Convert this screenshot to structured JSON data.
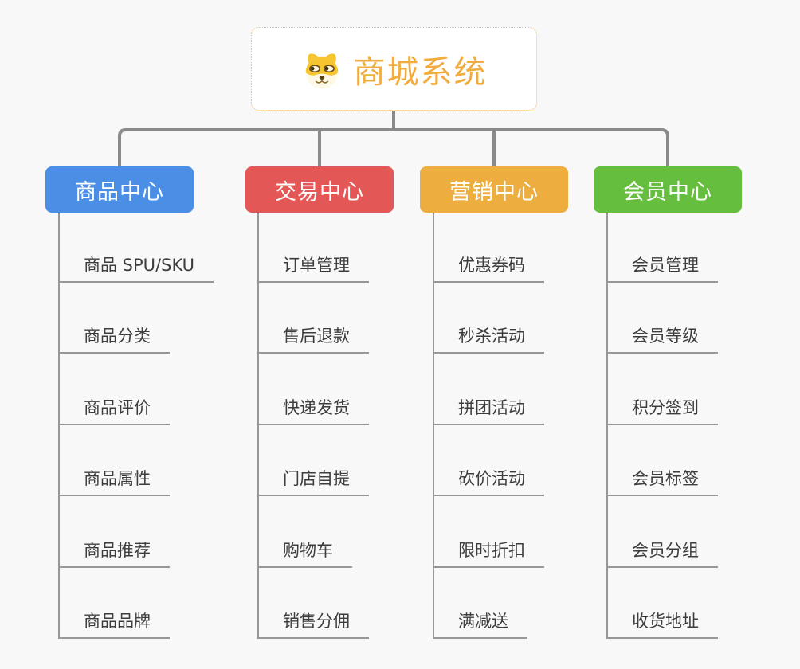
{
  "page": {
    "background_color": "#f8f8f8",
    "connector_color": "#8a8a8a"
  },
  "root": {
    "title": "商城系统",
    "icon": "shiba-dog-icon",
    "title_color": "#f1ac40",
    "border_color": "#f3bc6b"
  },
  "branches": [
    {
      "label": "商品中心",
      "color": "#4a8ee6",
      "children": [
        "商品 SPU/SKU",
        "商品分类",
        "商品评价",
        "商品属性",
        "商品推荐",
        "商品品牌"
      ]
    },
    {
      "label": "交易中心",
      "color": "#e45757",
      "children": [
        "订单管理",
        "售后退款",
        "快递发货",
        "门店自提",
        "购物车",
        "销售分佣"
      ]
    },
    {
      "label": "营销中心",
      "color": "#edae3f",
      "children": [
        "优惠券码",
        "秒杀活动",
        "拼团活动",
        "砍价活动",
        "限时折扣",
        "满减送"
      ]
    },
    {
      "label": "会员中心",
      "color": "#65be3d",
      "children": [
        "会员管理",
        "会员等级",
        "积分签到",
        "会员标签",
        "会员分组",
        "收货地址"
      ]
    }
  ]
}
